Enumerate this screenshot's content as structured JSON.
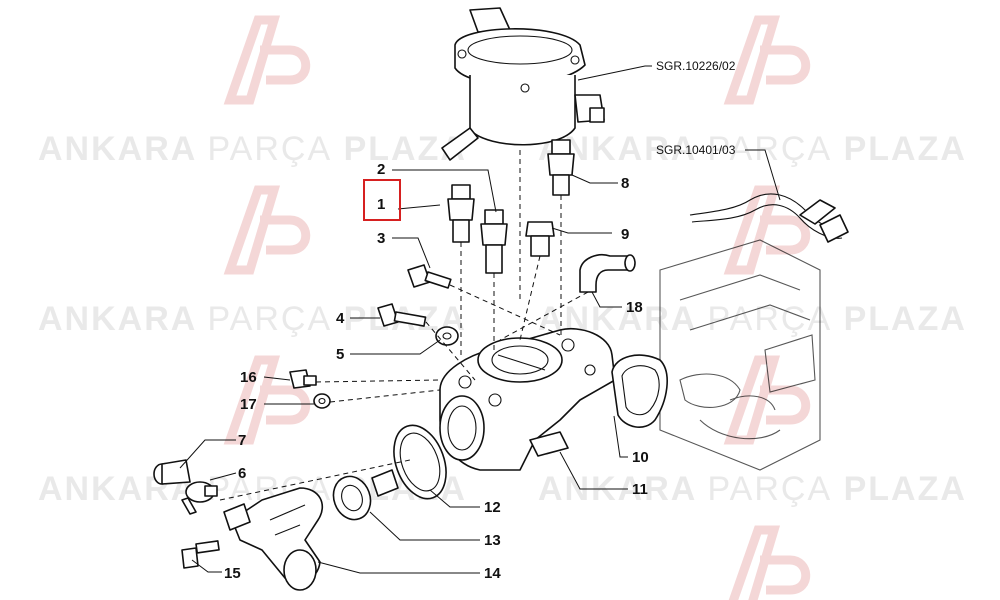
{
  "watermark": {
    "brand": [
      "ANKARA",
      "PARÇA",
      "PLAZA"
    ],
    "logo_letters": "AP"
  },
  "references": [
    "SGR.10226/02",
    "SGR.10401/03"
  ],
  "callouts": [
    "1",
    "2",
    "3",
    "4",
    "5",
    "16",
    "17",
    "7",
    "6",
    "15",
    "8",
    "9",
    "18",
    "10",
    "11",
    "12",
    "13",
    "14"
  ],
  "highlight": {
    "part": "1",
    "color": "#d62020"
  },
  "colors": {
    "ink": "#111111",
    "watermark": "#e9e9e9",
    "logo_red": "#f5d0d0"
  }
}
